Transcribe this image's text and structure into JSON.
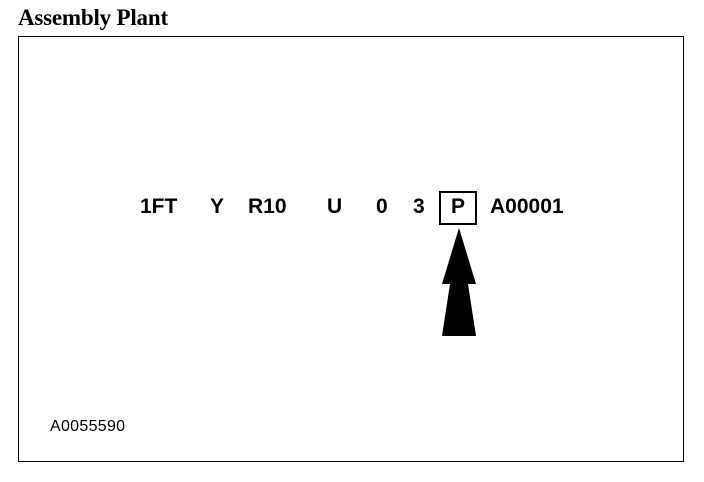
{
  "title": "Assembly Plant",
  "vin_segments": [
    "1FT",
    "Y",
    "R10",
    "U",
    "0",
    "3",
    "P",
    "A00001"
  ],
  "highlighted_segment": "P",
  "figure_id": "A0055590"
}
